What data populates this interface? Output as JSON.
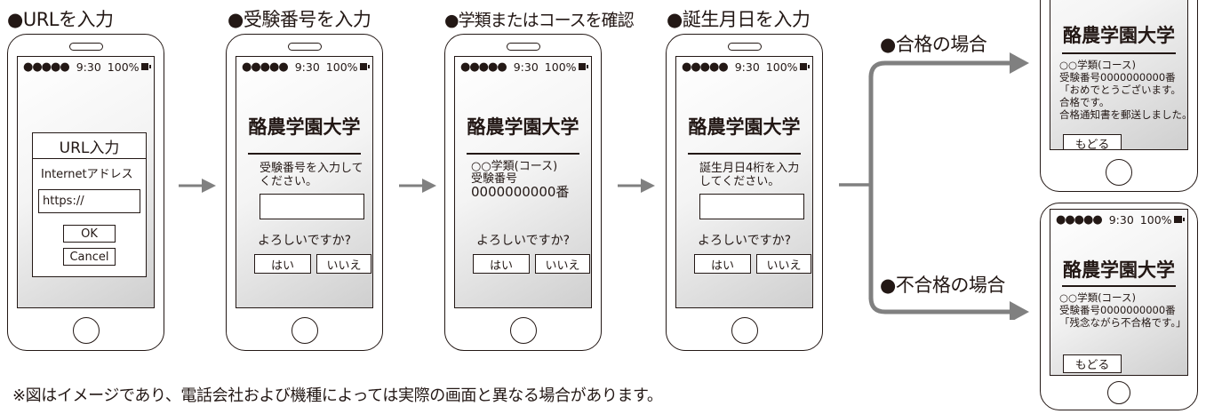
{
  "status": {
    "dots": "●●●●●",
    "time": "9:30",
    "battery": "100%"
  },
  "university": "酪農学園大学",
  "steps": [
    {
      "label": "●URLを入力"
    },
    {
      "label": "●受験番号を入力"
    },
    {
      "label": "●学類またはコースを確認"
    },
    {
      "label": "●誕生月日を入力"
    }
  ],
  "screen1": {
    "dialog_title": "URL入力",
    "address_label": "Internetアドレス",
    "url_value": "https://",
    "ok": "OK",
    "cancel": "Cancel"
  },
  "screen2": {
    "prompt_line1": "受験番号を入力して",
    "prompt_line2": "ください。",
    "confirm": "よろしいですか?",
    "yes": "はい",
    "no": "いいえ"
  },
  "screen3": {
    "line1": "○○学類(コース)",
    "line2": "受験番号",
    "line3": "0000000000番",
    "confirm": "よろしいですか?",
    "yes": "はい",
    "no": "いいえ"
  },
  "screen4": {
    "prompt_line1": "誕生月日4桁を入力",
    "prompt_line2": "してください。",
    "confirm": "よろしいですか?",
    "yes": "はい",
    "no": "いいえ"
  },
  "pass": {
    "label": "●合格の場合",
    "line1": "○○学類(コース)",
    "line2": "受験番号0000000000番",
    "line3": "「おめでとうございます。",
    "line4": "合格です。",
    "line5": "合格通知書を郵送しました。」",
    "back": "もどる"
  },
  "fail": {
    "label": "●不合格の場合",
    "line1": "○○学類(コース)",
    "line2": "受験番号0000000000番",
    "line3": "「残念ながら不合格です。」",
    "back": "もどる"
  },
  "note": "※図はイメージであり、電話会社および機種によっては実際の画面と異なる場合があります。"
}
